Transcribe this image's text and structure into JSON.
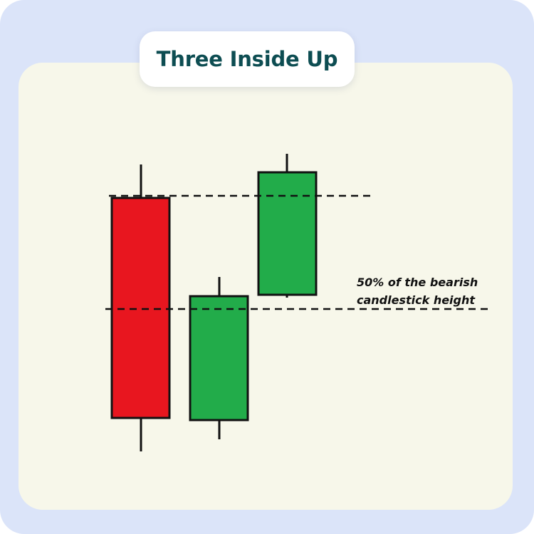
{
  "title": "Three Inside Up",
  "annotation": {
    "line1": "50% of the bearish",
    "line2": "candlestick height"
  },
  "colors": {
    "bearish": "#e8161f",
    "bullish": "#22ac4a",
    "title": "#0d4d52",
    "panel": "#f7f7ea",
    "frame": "#dbe4f9"
  },
  "candles": [
    {
      "name": "bearish-candle",
      "direction": "bearish"
    },
    {
      "name": "bullish-inside-candle",
      "direction": "bullish"
    },
    {
      "name": "bullish-confirmation-candle",
      "direction": "bullish"
    }
  ],
  "reference_lines": [
    {
      "name": "bearish-open-level-line",
      "style": "dashed"
    },
    {
      "name": "bearish-midpoint-line",
      "style": "dashed"
    }
  ]
}
